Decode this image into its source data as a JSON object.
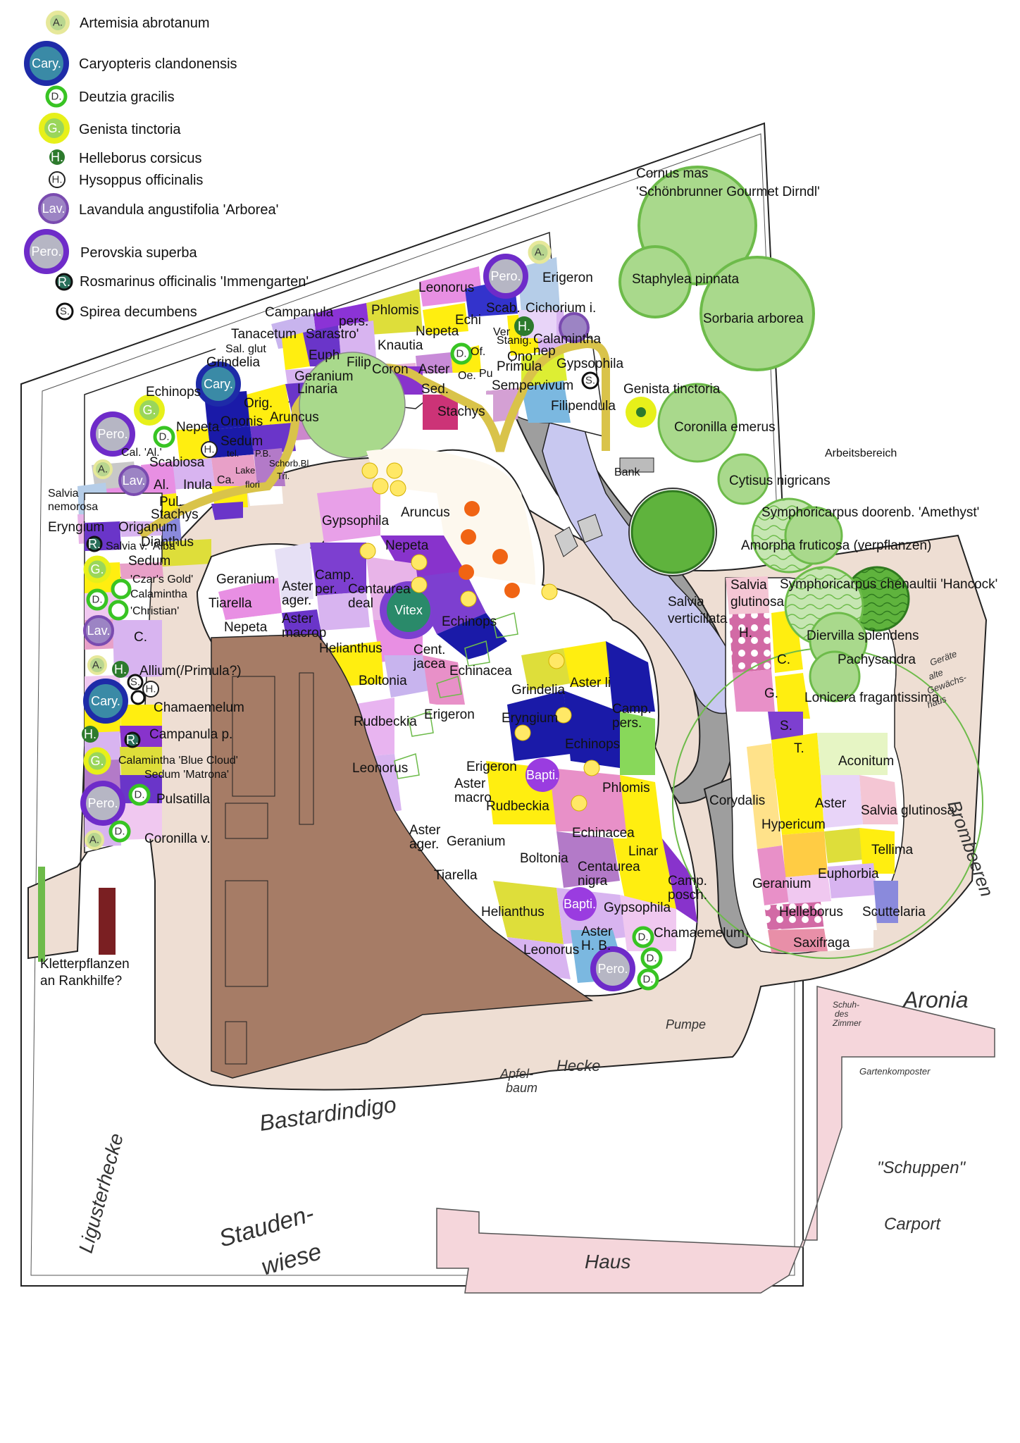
{
  "legend": [
    {
      "abbr": "A.",
      "name": "Artemisia abrotanum",
      "fill": "#b9d68f",
      "ring": "#e6e89a"
    },
    {
      "abbr": "Cary.",
      "name": "Caryopteris clandonensis",
      "fill": "#3a8aa6",
      "ring": "#1e2ba8"
    },
    {
      "abbr": "D.",
      "name": "Deutzia gracilis",
      "fill": "#ffffff",
      "ring": "#38c423"
    },
    {
      "abbr": "G.",
      "name": "Genista tinctoria",
      "fill": "#9ad65a",
      "ring": "#e7f01a"
    },
    {
      "abbr": "H.",
      "name": "Helleborus corsicus",
      "fill": "#2d7a2d",
      "ring": "#2d7a2d"
    },
    {
      "abbr": "H.",
      "name": "Hysoppus officinalis",
      "fill": "#ffffff",
      "ring": "#222222"
    },
    {
      "abbr": "Lav.",
      "name": "Lavandula angustifolia 'Arborea'",
      "fill": "#9c84c4",
      "ring": "#7a4bb0"
    },
    {
      "abbr": "Pero.",
      "name": "Perovskia superba",
      "fill": "#b6b6c4",
      "ring": "#6e2bc9"
    },
    {
      "abbr": "R.",
      "name": "Rosmarinus officinalis 'Immengarten'",
      "fill": "#2a6f5a",
      "ring": "#111111"
    },
    {
      "abbr": "S.",
      "name": "Spirea decumbens",
      "fill": "#ffffff",
      "ring": "#111111"
    }
  ],
  "colors": {
    "lawn": "#eeded3",
    "path_grey": "#9e9e9e",
    "pond": "#c8c8f0",
    "veg_bed": "#a67c66",
    "house": "#f5d6db",
    "tree_green": "#7ac64a",
    "yellow_edge": "#d9c34a",
    "shrub": "#a9d98c"
  },
  "map_labels": {
    "trees": {
      "cornus": "Cornus mas\n'Schönbrunner Gourmet Dirndl'",
      "staphylea": "Staphylea pinnata",
      "sorbaria": "Sorbaria arborea",
      "genista": "Genista tinctoria",
      "coronilla": "Coronilla emerus",
      "cytisus": "Cytisus nigricans",
      "symph_doorenb": "Symphoricarpus doorenb. 'Amethyst'",
      "amorpha": "Amorpha fruticosa (verpflanzen)",
      "symph_chen": "Symphoricarpus chenaultii 'Hancock'",
      "diervilla": "Diervilla splendens",
      "pachysandra": "Pachysandra",
      "lonicera": "Lonicera fragantissima"
    },
    "areas": {
      "arbeitsbereich": "Arbeitsbereich",
      "bank": "Bank",
      "kletter": "Kletterpflanzen\nan Rankhilfe?",
      "haus": "Haus",
      "stauden": "Stauden-\nwiese",
      "bastard": "Bastardindigo",
      "liguster": "Ligusterhecke",
      "pumpe": "Pumpe",
      "aronia": "Aronia",
      "apfel": "Apfel-\nbaum",
      "hecke": "Hecke"
    },
    "left_border": [
      "Cal. 'Al.'",
      "Scabiosa",
      "Al.",
      "Inula",
      "Pul.",
      "Ca.",
      "Stachys",
      "Origanum",
      "Salvia\nnemorosa",
      "Eryngium",
      "Dianthus",
      "Salvia v. 'Alba'",
      "Sedum",
      "'Czar's Gold'",
      "Calamintha\n'Christian'",
      "C.",
      "Allium(/Primula?)",
      "Chamaemelum",
      "Campanula p.",
      "Calamintha 'Blue Cloud'",
      "Sedum 'Matrona'",
      "Pulsatilla",
      "Coronilla v."
    ],
    "top_border": [
      "Leonorus",
      "Erigeron",
      "Campanula",
      "Phlomis",
      "Scab.",
      "Cichorium i.",
      "Tanacetum",
      "Sarastro'",
      "pers.",
      "Echi",
      "Nepeta",
      "Stanig.",
      "Calamintha",
      "nep",
      "Sal. glut",
      "Euph",
      "Filip",
      "Knautia",
      "Of.",
      "Ver",
      "Ono",
      "Primula",
      "Gypsophila",
      "Grindelia",
      "Geranium",
      "Coron",
      "Aster",
      "Oe.",
      "Pu",
      "Sempervivum",
      "Echinops",
      "Orig.",
      "Linaria",
      "Sed.",
      "Filipendula",
      "Nepeta",
      "Ononis",
      "Aruncus",
      "Stachys",
      "Sedum",
      "tel.",
      "P.B.",
      "Lake",
      "flori",
      "Schorb.Bl.",
      "Tri."
    ],
    "central_bed": [
      "Aruncus",
      "Gypsophila",
      "Nepeta",
      "Geranium",
      "Tiarella",
      "Aster\nager.",
      "Camp.\nper.",
      "Centaurea\ndeal",
      "Vitex",
      "Echinops",
      "Nepeta",
      "Aster\nmacrop",
      "Helianthus",
      "Cent.\njacea",
      "Boltonia",
      "Echinacea",
      "Grindelia",
      "Aster li",
      "Rudbeckia",
      "Erigeron",
      "Eryngium",
      "Camp.\npers.",
      "Echinops",
      "Leonorus",
      "Erigeron",
      "Aster\nmacro",
      "Bapti.",
      "Phlomis",
      "Rudbeckia",
      "Aster\nager.",
      "Geranium",
      "Echinacea",
      "Linar",
      "Boltonia",
      "Tiarella",
      "Centaurea\nnigra",
      "Camp.\nposch.",
      "Helianthus",
      "Bapti.",
      "Gypsophila",
      "Aster\nH. B.",
      "Chamaemelum",
      "Leonorus",
      "Pero."
    ],
    "right_bed": [
      "Salvia\nverticillata",
      "Salvia\nglutinosa",
      "H.",
      "C.",
      "G.",
      "S.",
      "T.",
      "Aconitum",
      "Corydalis",
      "Aster",
      "Hypericum",
      "Salvia glutinosa",
      "Tellima",
      "Euphorbia",
      "Geranium",
      "Helleborus",
      "Scuttelaria",
      "Saxifraga"
    ],
    "sketch_notes": [
      "Geräte\nalte\nGewächs-\nhaus",
      "Brombeeren",
      "Schuppen\nCarport",
      "Schuh-\ndes\nZimmer",
      "Gartenkomposter"
    ]
  }
}
